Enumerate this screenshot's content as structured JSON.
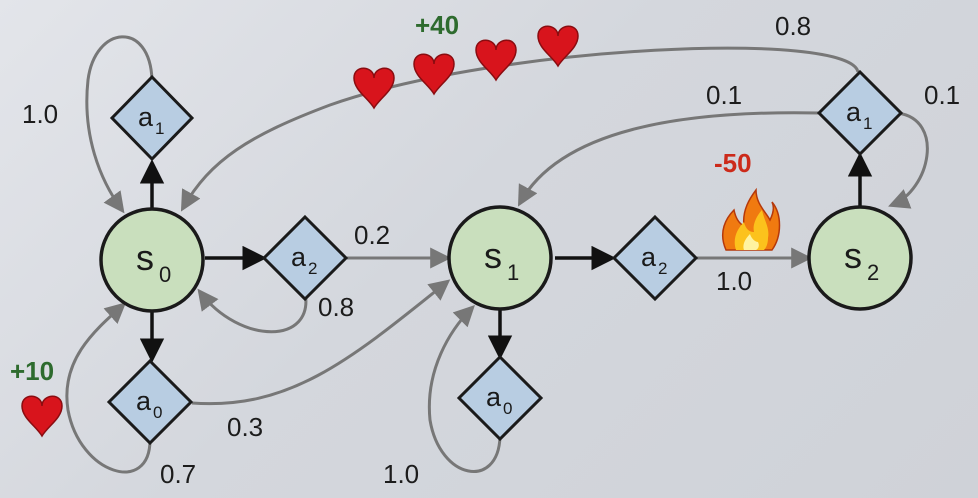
{
  "states": {
    "s0": {
      "label": "s",
      "sub": "0"
    },
    "s1": {
      "label": "s",
      "sub": "1"
    },
    "s2": {
      "label": "s",
      "sub": "2"
    }
  },
  "actions": {
    "s0_a1": {
      "label": "a",
      "sub": "1"
    },
    "s0_a2": {
      "label": "a",
      "sub": "2"
    },
    "s0_a0": {
      "label": "a",
      "sub": "0"
    },
    "s1_a2": {
      "label": "a",
      "sub": "2"
    },
    "s1_a0": {
      "label": "a",
      "sub": "0"
    },
    "s2_a1": {
      "label": "a",
      "sub": "1"
    }
  },
  "probabilities": {
    "s0_a1_to_s0": "1.0",
    "s0_a2_to_s1": "0.2",
    "s0_a2_to_s0": "0.8",
    "s0_a0_to_s1": "0.3",
    "s0_a0_to_s0": "0.7",
    "s1_a0_to_s1": "1.0",
    "s1_a2_to_s2": "1.0",
    "s2_a1_to_s0": "0.8",
    "s2_a1_to_s1": "0.1",
    "s2_a1_to_s2": "0.1"
  },
  "rewards": {
    "plus40": "+40",
    "plus10": "+10",
    "minus50": "-50"
  },
  "colors": {
    "state_fill": "#c9dfbd",
    "action_fill": "#b8cde2",
    "heart": "#d8141c",
    "reward_positive": "#2e6b2e",
    "reward_negative": "#cc2a1a",
    "solid_arrow": "#111111",
    "prob_arrow": "#777777"
  },
  "icons": {
    "reward_positive": "heart-icon",
    "reward_negative": "fire-icon"
  }
}
